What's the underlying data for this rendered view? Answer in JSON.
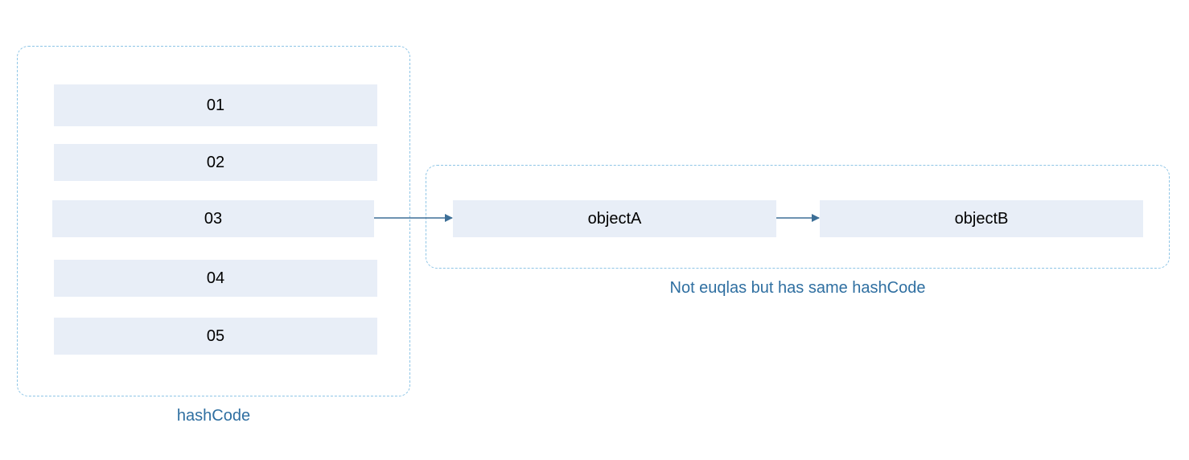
{
  "hashcode_group": {
    "caption": "hashCode",
    "slots": [
      "01",
      "02",
      "03",
      "04",
      "05"
    ]
  },
  "collision_group": {
    "caption": "Not euqlas but has same hashCode",
    "objects": [
      "objectA",
      "objectB"
    ]
  },
  "colors": {
    "dashed_border": "#8ec5e6",
    "cell_fill": "#e8eef7",
    "caption_text": "#2f6fa1",
    "arrow": "#3d6f97"
  }
}
